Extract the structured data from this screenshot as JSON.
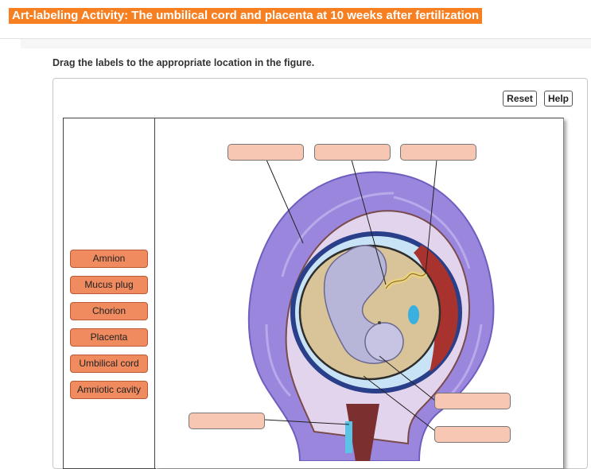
{
  "header": {
    "title": "Art-labeling Activity: The umbilical cord and placenta at 10 weeks after fertilization"
  },
  "instructions": "Drag the labels to the appropriate location in the figure.",
  "toolbar": {
    "reset_label": "Reset",
    "help_label": "Help"
  },
  "labels": [
    "Amnion",
    "Mucus plug",
    "Chorion",
    "Placenta",
    "Umbilical cord",
    "Amniotic cavity"
  ],
  "drop_targets_count": 6,
  "colors": {
    "title_bg": "#f57f21",
    "chip_bg": "#f08a5f",
    "drop_bg": "#f8c7b3",
    "uterus_wall": "#9a86dc",
    "amniotic_fluid": "#d9c49a"
  }
}
